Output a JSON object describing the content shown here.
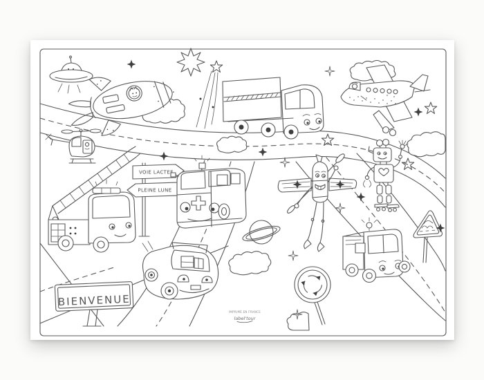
{
  "artwork": {
    "type": "children coloring placemat (line art to color)",
    "theme": "vehicles and space",
    "signs": {
      "direction_top": "VOIE LACTEE",
      "direction_bottom": "PLEINE LUNE",
      "welcome": "BIENVENUE"
    },
    "footer": {
      "tagline": "IMPRIMÉ EN FRANCE",
      "brand": "label'tour"
    },
    "colors": {
      "line": "#585858",
      "paper": "#ffffff",
      "backdrop": "#fbfbfa"
    },
    "elements": [
      "ufo",
      "rocket",
      "sun",
      "shooting-star",
      "cargo-truck",
      "airplane",
      "helicopter",
      "fire-truck",
      "direction-signs",
      "ambulance-van",
      "flying-rocket-kid",
      "robot",
      "saturn",
      "family-car",
      "tow-truck",
      "roundabout-sign",
      "warning-sign",
      "welcome-sign",
      "clouds",
      "stars",
      "roads"
    ]
  }
}
